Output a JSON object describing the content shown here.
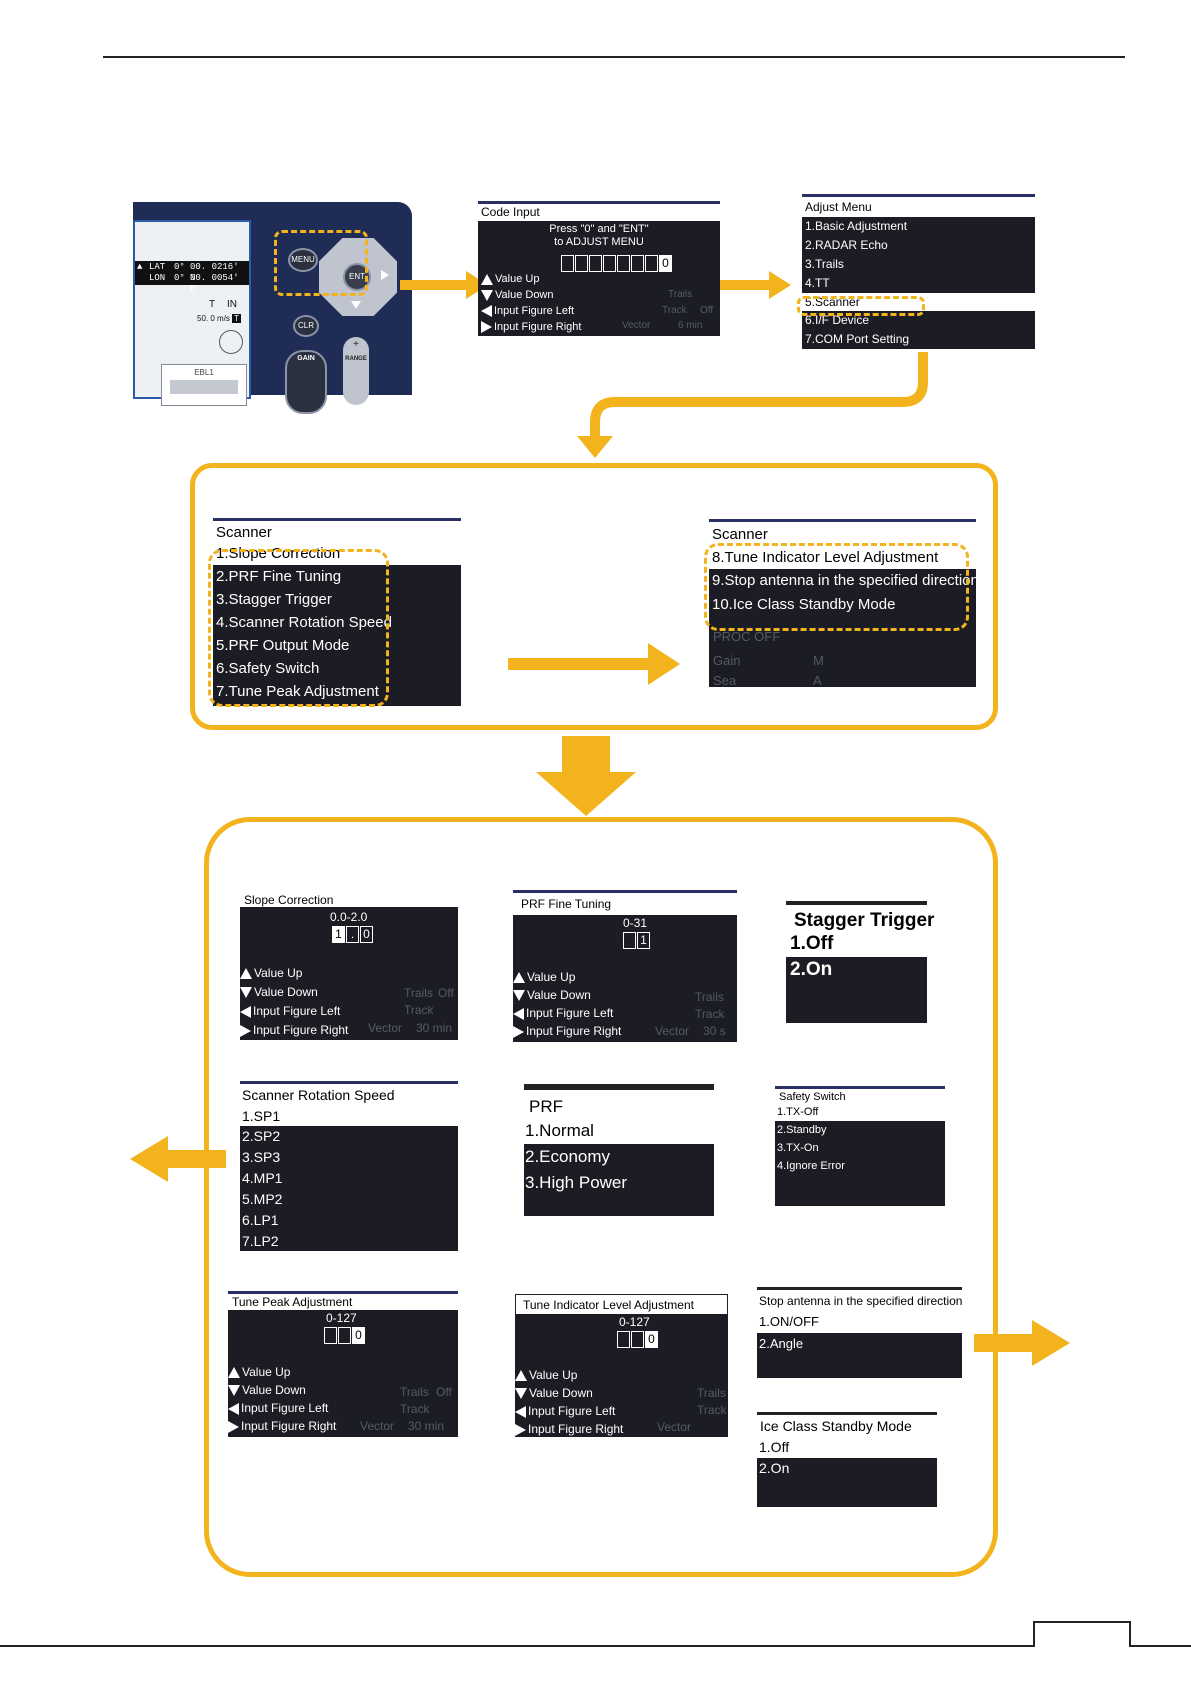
{
  "device": {
    "lat_label": "LAT",
    "lon_label": "LON",
    "lat_deg": "0°",
    "lat_min": "00. 0216' N",
    "lon_deg": "0°",
    "lon_min": "00. 0054' E",
    "true_flag": "T",
    "in_label": "IN",
    "speed_value": "50. 0",
    "speed_unit": "m/s",
    "speed_flag": "T",
    "ebl_label": "EBL1",
    "buttons": {
      "menu": "MENU",
      "ent": "ENT",
      "clr": "CLR",
      "gain": "GAIN",
      "range": "RANGE",
      "plus": "+",
      "minus": "−"
    }
  },
  "code_input": {
    "title": "Code Input",
    "prompt_line1": "Press \"0\" and \"ENT\"",
    "prompt_line2": "to ADJUST MENU",
    "digit_last": "0",
    "hints": [
      "Value Up",
      "Value Down",
      "Input Figure Left",
      "Input Figure Right"
    ],
    "ghost": {
      "trails": "Trails",
      "track": "Track",
      "off": "Off",
      "vector": "Vector",
      "vector_val": "6 min"
    }
  },
  "adjust_menu": {
    "title": "Adjust Menu",
    "items": [
      "1.Basic Adjustment",
      "2.RADAR Echo",
      "3.Trails",
      "4.TT",
      "5.Scanner",
      "6.I/F Device",
      "7.COM Port Setting"
    ]
  },
  "scanner1": {
    "title": "Scanner",
    "items": [
      "1.Slope Correction",
      "2.PRF Fine Tuning",
      "3.Stagger Trigger",
      "4.Scanner Rotation Speed",
      "5.PRF Output Mode",
      "6.Safety Switch",
      "7.Tune Peak Adjustment"
    ]
  },
  "scanner2": {
    "title": "Scanner",
    "items": [
      "8.Tune Indicator Level Adjustment",
      "9.Stop antenna in the specified direction",
      "10.Ice Class Standby Mode"
    ],
    "ghost": {
      "proc": "PROC OFF",
      "gain": "Gain",
      "sea": "Sea",
      "m": "M",
      "a": "A"
    }
  },
  "slope": {
    "title": "Slope Correction",
    "range": "0.0-2.0",
    "digits": [
      "1",
      ".",
      "0"
    ],
    "hints": [
      "Value Up",
      "Value Down",
      "Input Figure Left",
      "Input Figure Right"
    ],
    "ghost": {
      "trails": "Trails",
      "track": "Track",
      "off": "Off",
      "vector": "Vector",
      "vector_val": "30 min"
    }
  },
  "prf_fine": {
    "title": "PRF Fine Tuning",
    "range": "0-31",
    "digits": [
      "1"
    ],
    "hints": [
      "Value Up",
      "Value Down",
      "Input Figure Left",
      "Input Figure Right"
    ],
    "ghost": {
      "trails": "Trails",
      "track": "Track",
      "vector": "Vector",
      "vector_val": "30 s"
    }
  },
  "stagger": {
    "title": "Stagger Trigger",
    "items": [
      "1.Off",
      "2.On"
    ]
  },
  "rotation": {
    "title": "Scanner Rotation Speed",
    "items": [
      "1.SP1",
      "2.SP2",
      "3.SP3",
      "4.MP1",
      "5.MP2",
      "6.LP1",
      "7.LP2"
    ]
  },
  "prf_mode": {
    "title": "PRF",
    "items": [
      "1.Normal",
      "2.Economy",
      "3.High Power"
    ]
  },
  "safety": {
    "title": "Safety Switch",
    "items": [
      "1.TX-Off",
      "2.Standby",
      "3.TX-On",
      "4.Ignore Error"
    ]
  },
  "tune_peak": {
    "title": "Tune Peak Adjustment",
    "range": "0-127",
    "digits": [
      "",
      "",
      "0"
    ],
    "hints": [
      "Value Up",
      "Value Down",
      "Input Figure Left",
      "Input Figure Right"
    ],
    "ghost": {
      "trails": "Trails",
      "track": "Track",
      "off": "Off",
      "vector": "Vector",
      "vector_val": "30 min"
    }
  },
  "tune_indicator": {
    "title": "Tune Indicator Level Adjustment",
    "range": "0-127",
    "digits": [
      "",
      "",
      "0"
    ],
    "hints": [
      "Value Up",
      "Value Down",
      "Input Figure Left",
      "Input Figure Right"
    ],
    "ghost": {
      "trails": "Trails",
      "track": "Track",
      "vector": "Vector"
    }
  },
  "stop_antenna": {
    "title": "Stop antenna in the specified direction",
    "items": [
      "1.ON/OFF",
      "2.Angle"
    ]
  },
  "ice_class": {
    "title": "Ice Class Standby Mode",
    "items": [
      "1.Off",
      "2.On"
    ]
  },
  "colors": {
    "accent": "#f2b31c",
    "screen": "#1c1d24",
    "panel_blue": "#1f2c55"
  }
}
